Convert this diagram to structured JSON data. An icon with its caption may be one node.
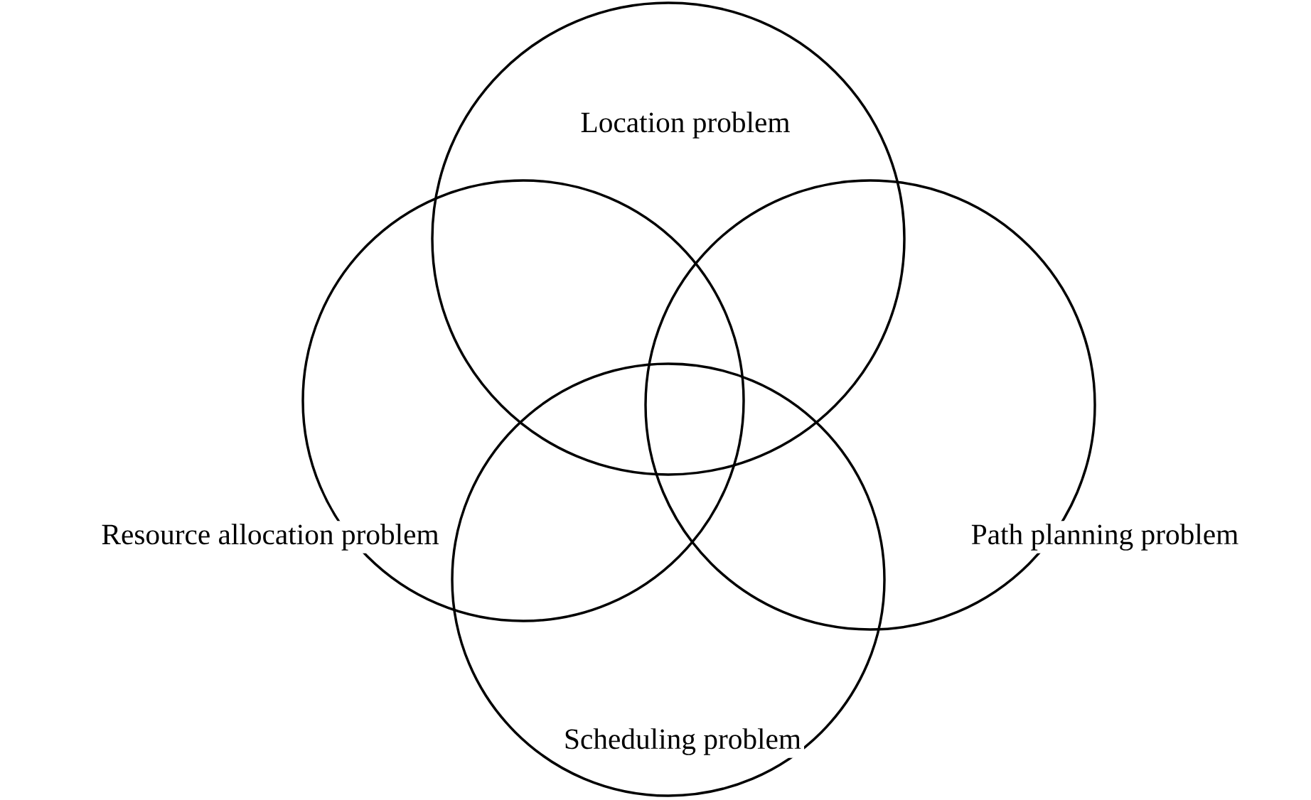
{
  "diagram": {
    "nodes": [
      {
        "text": [
          "Location problem"
        ]
      },
      {
        "text": [
          "Resource allocation problem"
        ]
      },
      {
        "text": [
          "Path planning problem"
        ]
      },
      {
        "text": [
          "Scheduling problem"
        ]
      }
    ]
  }
}
